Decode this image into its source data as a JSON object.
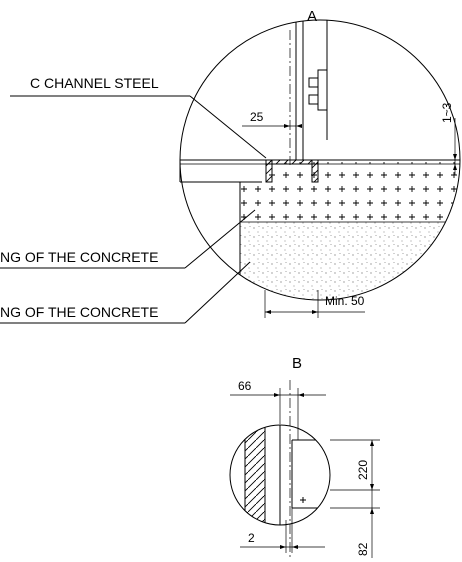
{
  "detail_a": {
    "title": "A",
    "channel_label": "C CHANNEL STEEL",
    "concrete_label_upper": "NG OF THE CONCRETE",
    "concrete_label_lower": "NG OF THE CONCRETE",
    "dim_width": "25",
    "dim_gap": "1~3",
    "dim_min": "Min. 50"
  },
  "detail_b": {
    "title": "B",
    "dim_top": "66",
    "dim_height": "220",
    "dim_bottom": "82",
    "dim_gap": "2"
  }
}
